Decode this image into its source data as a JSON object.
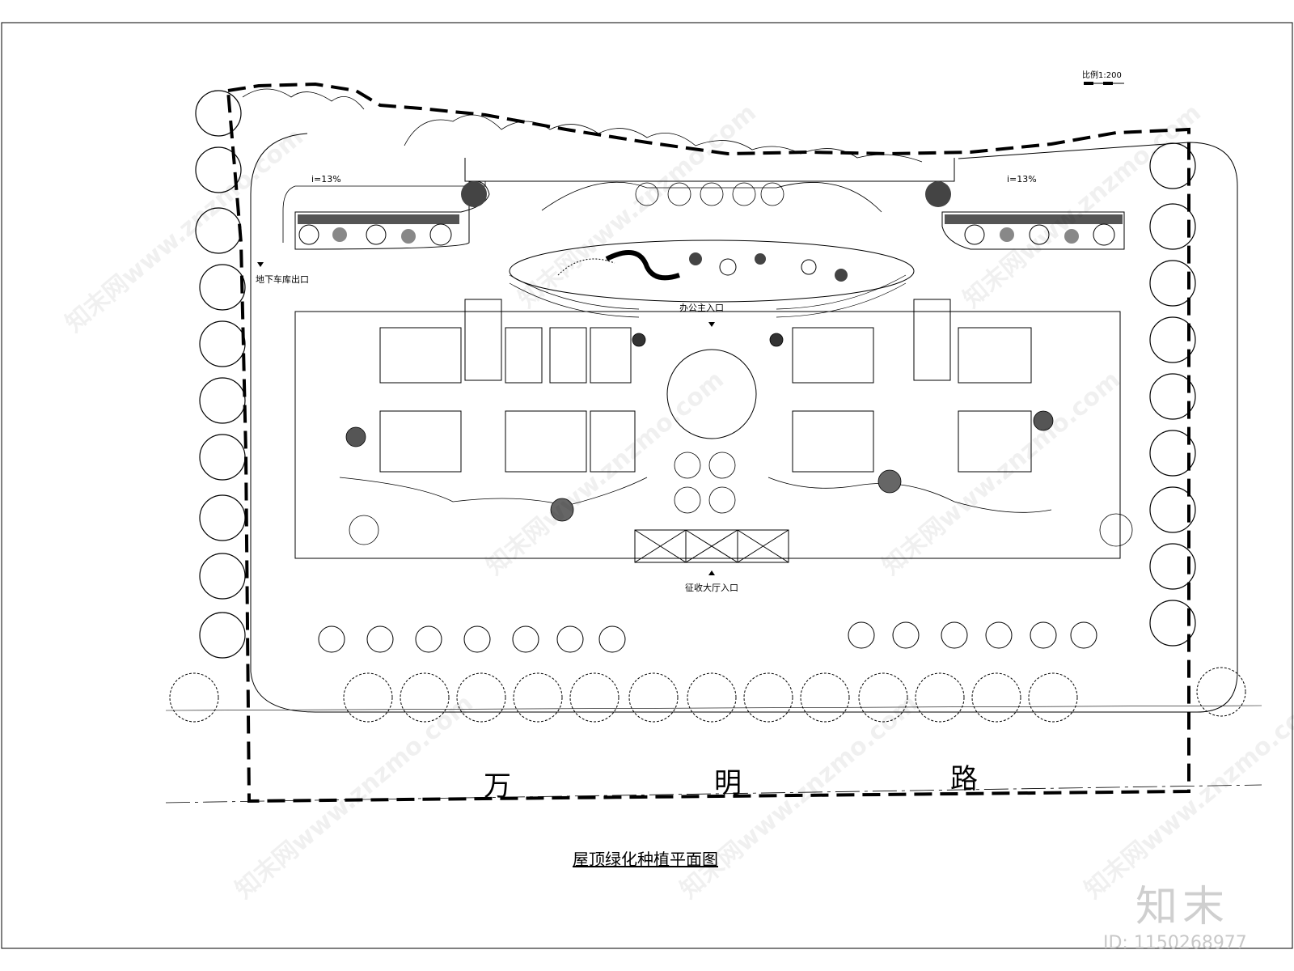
{
  "drawing": {
    "scale_label": "比例1:200",
    "slope_left": "i=13%",
    "slope_right": "i=13%",
    "garage_exit_label": "地下车库出口",
    "office_entrance_label": "办公主入口",
    "hall_entrance_label": "征收大厅入口",
    "road_chars": [
      "万",
      "明",
      "路"
    ],
    "title": "屋顶绿化种植平面图"
  },
  "branding": {
    "logo": "知末",
    "id_label": "ID: 1150268977",
    "watermark_text": "知末网www.znzmo.com"
  }
}
